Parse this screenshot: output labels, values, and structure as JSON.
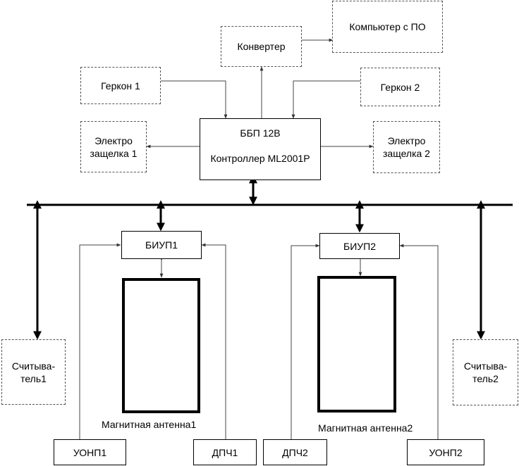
{
  "blocks": {
    "computer": "Компьютер с ПО",
    "converter": "Конвертер",
    "gerkon1": "Геркон 1",
    "gerkon2": "Геркон 2",
    "latch1": [
      "Электро",
      "защелка 1"
    ],
    "latch2": [
      "Электро",
      "защелка 2"
    ],
    "controller": {
      "line1": "ББП  12В",
      "line2": "Контроллер ML2001P"
    },
    "biup1": "БИУП1",
    "biup2": "БИУП2",
    "reader1": [
      "Считыва-",
      "тель1"
    ],
    "reader2": [
      "Считыва-",
      "тель2"
    ],
    "uonp1": "УОНП1",
    "uonp2": "УОНП2",
    "dpch1": "ДПЧ1",
    "dpch2": "ДПЧ2",
    "antenna1_label": "Магнитная антенна1",
    "antenna2_label": "Магнитная антенна2"
  }
}
